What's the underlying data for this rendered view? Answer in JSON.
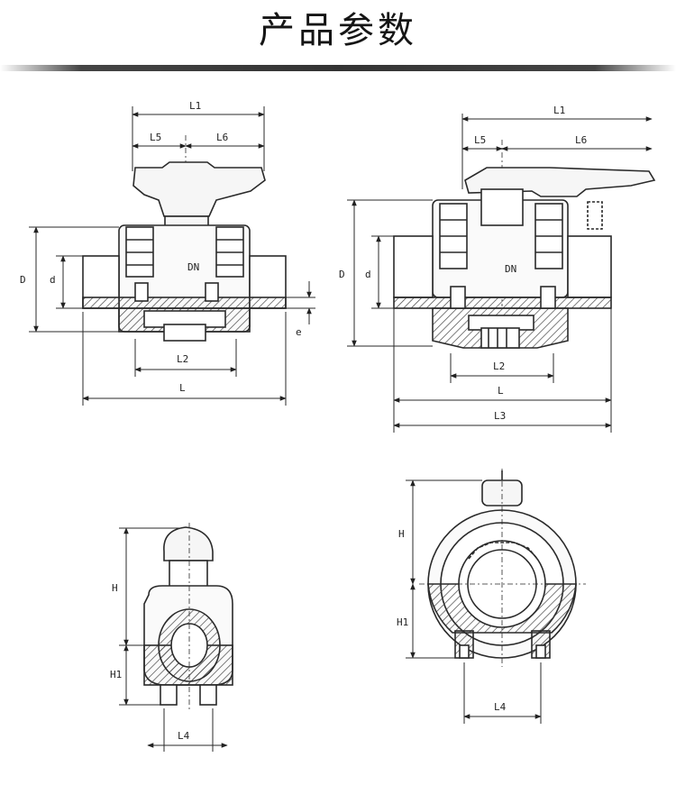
{
  "header": {
    "title": "产品参数"
  },
  "views": {
    "front_a": {
      "L1": "L1",
      "L5": "L5",
      "L6": "L6",
      "D": "D",
      "d": "d",
      "DN": "DN",
      "e": "e",
      "L2": "L2",
      "L": "L"
    },
    "front_b": {
      "L1": "L1",
      "L5": "L5",
      "L6": "L6",
      "D": "D",
      "d": "d",
      "DN": "DN",
      "L2": "L2",
      "L": "L",
      "L3": "L3"
    },
    "side_a": {
      "H": "H",
      "H1": "H1",
      "L4": "L4"
    },
    "side_b": {
      "H": "H",
      "H1": "H1",
      "L4": "L4"
    }
  },
  "colors": {
    "line": "#2a2a2a",
    "hatch": "#444444",
    "fill": "#f2f2f2",
    "accent_rule": "#333333"
  }
}
